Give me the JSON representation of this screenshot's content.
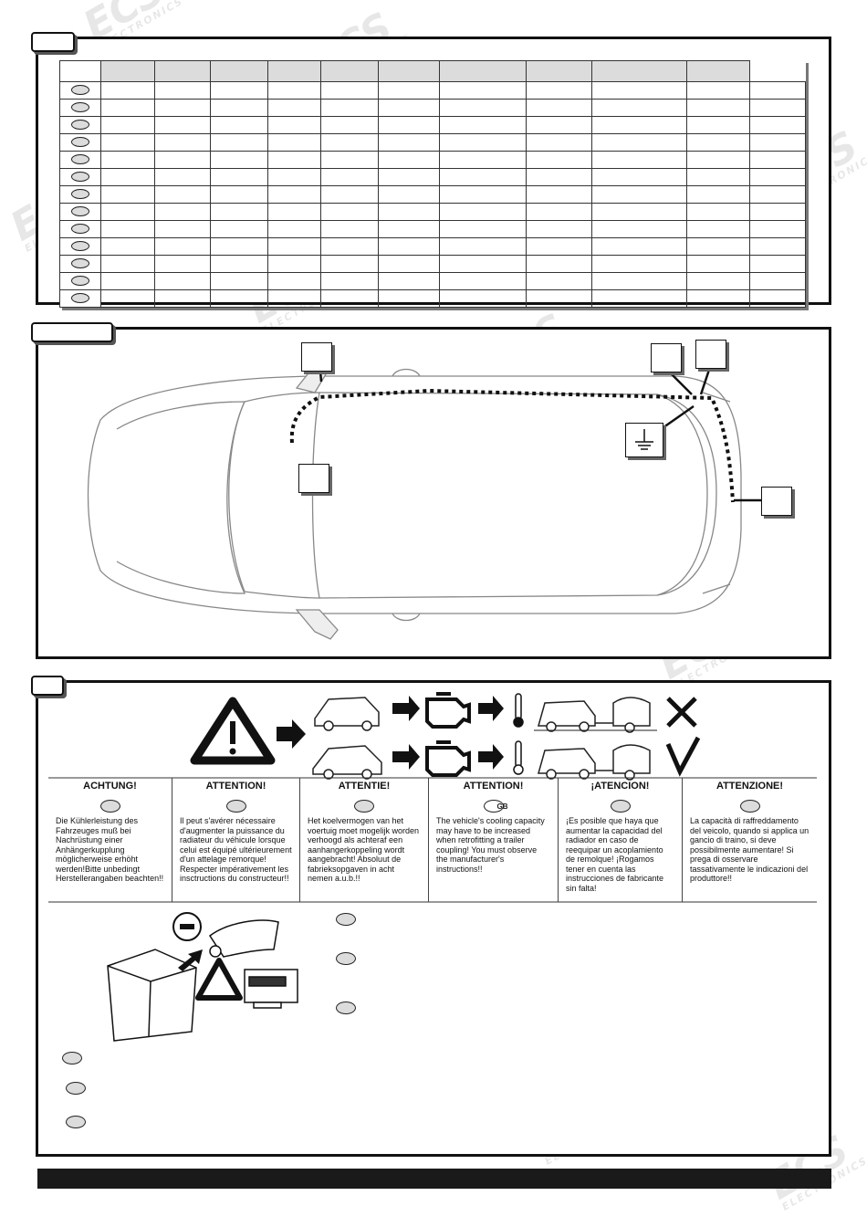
{
  "colors": {
    "border": "#111111",
    "header_fill": "#dcdcdc",
    "footer_bar": "#1a1a1a"
  },
  "watermark": {
    "brand": "ECS",
    "sub": "ELECTRONICS"
  },
  "table": {
    "rows": 13,
    "columns": 11
  },
  "warning_icons": [
    "warning-triangle-icon",
    "arrow-right-icon",
    "car-icon",
    "engine-icon",
    "thermometer-icon",
    "trailer-icon"
  ],
  "warnings": [
    {
      "title": "ACHTUNG!",
      "badge": "",
      "text": "Die Kühlerleistung des Fahrzeuges muß bei Nachrüstung einer Anhängerkupplung möglicherweise erhöht werden!Bitte unbedingt Herstellerangaben beachten!!"
    },
    {
      "title": "ATTENTION!",
      "badge": "",
      "text": "Il peut s'avérer nécessaire d'augmenter la puissance du radiateur du véhicule lorsque celui est équipé ultérieurement d'un attelage remorque! Respecter impérativement les insctructions du constructeur!!"
    },
    {
      "title": "ATTENTIE!",
      "badge": "",
      "text": "Het koelvermogen van het voertuig moet mogelijk worden verhoogd als achteraf een aanhangerkoppeling wordt aangebracht! Absoluut de fabrieksopgaven in acht nemen a.u.b.!!"
    },
    {
      "title": "ATTENTION!",
      "badge": "GB",
      "text": "The vehicle's cooling capacity may have to be increased when retrofitting a trailer coupling! You must observe the manufacturer's instructions!!"
    },
    {
      "title": "¡ATENCION!",
      "badge": "",
      "text": "¡Es posible que haya que aumentar la capacidad del radiador en caso de reequipar un acoplamiento de remolque! ¡Rogamos tener en cuenta las instrucciones de fabricante sin falta!"
    },
    {
      "title": "ATTENZIONE!",
      "badge": "",
      "text": "La capacità di raffreddamento del veicolo, quando si applica un gancio di traino, si deve possibilmente aumentare! Si prega di osservare tassativamente le indicazioni del produttore!!"
    }
  ]
}
